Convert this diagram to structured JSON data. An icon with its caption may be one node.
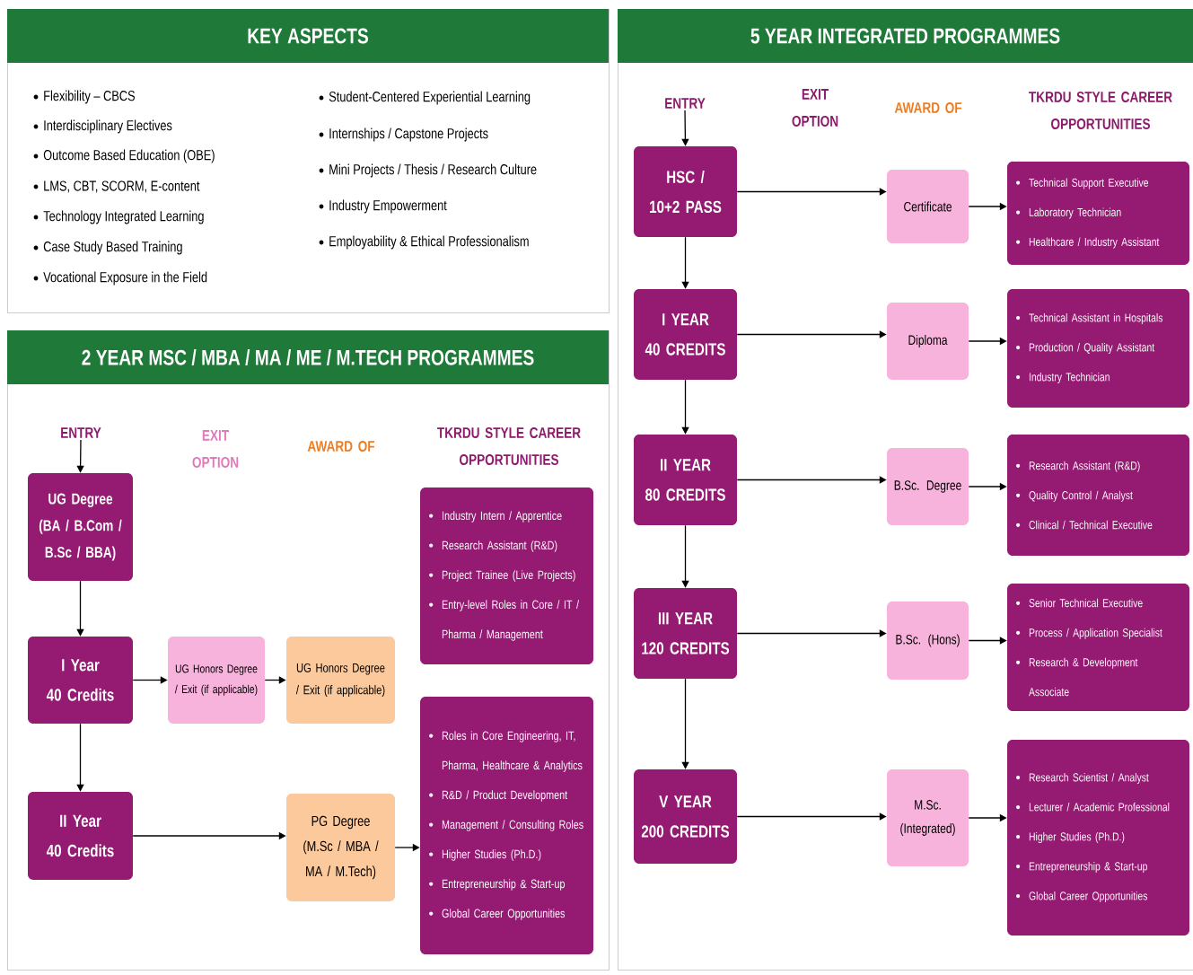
{
  "diagram": {
    "nodes": [
      {
        "text": [
          "KEY ASPECTS",
          "Flexibility – CBCS",
          "Interdisciplinary Electives",
          "Outcome Based Education (OBE)",
          "LMS, CBT, SCORM, E-content",
          "Technology Integrated Learning",
          "Case Study Based Training",
          "Vocational Exposure in the Field",
          "Student-Centered Experiential Learning",
          "Internships / Capstone Projects",
          "Mini Projects / Thesis / Research Culture",
          "Industry Empowerment",
          "Employability & Ethical Professionalism"
        ]
      },
      {
        "text": [
          "2 YEAR MSC / MBA / MA / ME / M.TECH PROGRAMMES"
        ]
      },
      {
        "text": [
          "ENTRY"
        ],
        "in": 1
      },
      {
        "text": [
          "UG Degree (BA / B.Com / B.Sc / BBA)"
        ],
        "in": 1
      },
      {
        "text": [
          "I Year",
          "40 Credits"
        ],
        "in": 1
      },
      {
        "text": [
          "II Year",
          "40 Credits"
        ],
        "in": 1
      },
      {
        "text": [
          "UG Honors Degree / Exit (if applicable)"
        ],
        "in": 1
      },
      {
        "text": [
          "UG Honors Degree / Exit (if applicable)"
        ],
        "in": 1
      },
      {
        "text": [
          "PG Degree (M.Sc / MBA / MA / M.Tech)"
        ],
        "in": 1
      },
      {
        "text": [
          "Industry Intern / Apprentice",
          "Research Assistant (R&D)",
          "Project Trainee (Live Projects)",
          "Entry-level Roles in Core / IT / Pharma / Management"
        ],
        "in": 1
      },
      {
        "text": [
          "Roles in Core Engineering, IT, Pharma, Healthcare & Analytics",
          "R&D / Product Development",
          "Management / Consulting Roles",
          "Higher Studies (Ph.D.)",
          "Entrepreneurship & Start-up",
          "Global Career Opportunities"
        ],
        "in": 1
      },
      {
        "text": [
          "5 YEAR INTEGRATED PROGRAMMES"
        ]
      },
      {
        "text": [
          "ENTRY"
        ],
        "in": 11
      },
      {
        "text": [
          "HSC / 10+2 PASS"
        ],
        "in": 11
      },
      {
        "text": [
          "I YEAR",
          "40 CREDITS"
        ],
        "in": 11
      },
      {
        "text": [
          "II YEAR",
          "80 CREDITS"
        ],
        "in": 11
      },
      {
        "text": [
          "III YEAR",
          "120 CREDITS"
        ],
        "in": 11
      },
      {
        "text": [
          "V YEAR",
          "200 CREDITS"
        ],
        "in": 11
      },
      {
        "text": [
          "Certificate"
        ],
        "in": 11
      },
      {
        "text": [
          "Diploma"
        ],
        "in": 11
      },
      {
        "text": [
          "B.Sc. Degree"
        ],
        "in": 11
      },
      {
        "text": [
          "B.Sc. (Hons)"
        ],
        "in": 11
      },
      {
        "text": [
          "M.Sc. (Integrated)"
        ],
        "in": 11
      },
      {
        "text": [
          "Technical Support Executive",
          "Laboratory Technician",
          "Healthcare / Industry Assistant"
        ],
        "in": 11
      },
      {
        "text": [
          "Technical Assistant in Hospitals",
          "Production / Quality Assistant",
          "Industry Technician"
        ],
        "in": 11
      },
      {
        "text": [
          "Research Assistant (R&D)",
          "Quality Control / Analyst",
          "Clinical / Technical Executive"
        ],
        "in": 11
      },
      {
        "text": [
          "Senior Technical Executive",
          "Process / Application Specialist",
          "Research & Development Associate"
        ],
        "in": 11
      },
      {
        "text": [
          "Research Scientist / Analyst",
          "Lecturer / Academic Professional",
          "Higher Studies (Ph.D.)",
          "Entrepreneurship & Start-up",
          "Global Career Opportunities"
        ],
        "in": 11
      }
    ],
    "edges": [
      {
        "from": 2,
        "to": 3,
        "arrow": "to"
      },
      {
        "from": 3,
        "to": 4,
        "arrow": "to"
      },
      {
        "from": 4,
        "to": 5,
        "arrow": "to"
      },
      {
        "from": 4,
        "to": 6,
        "arrow": "to"
      },
      {
        "from": 6,
        "to": 7,
        "arrow": "to"
      },
      {
        "from": 5,
        "to": 8,
        "arrow": "to"
      },
      {
        "from": 8,
        "to": 10,
        "arrow": "to"
      },
      {
        "from": 12,
        "to": 13,
        "arrow": "to"
      },
      {
        "from": 13,
        "to": 14,
        "arrow": "to"
      },
      {
        "from": 14,
        "to": 15,
        "arrow": "to"
      },
      {
        "from": 15,
        "to": 16,
        "arrow": "to"
      },
      {
        "from": 16,
        "to": 17,
        "arrow": "to"
      },
      {
        "from": 13,
        "to": 18,
        "arrow": "to"
      },
      {
        "from": 14,
        "to": 19,
        "arrow": "to"
      },
      {
        "from": 15,
        "to": 20,
        "arrow": "to"
      },
      {
        "from": 16,
        "to": 21,
        "arrow": "to"
      },
      {
        "from": 17,
        "to": 22,
        "arrow": "to"
      },
      {
        "from": 18,
        "to": 23,
        "arrow": "to"
      },
      {
        "from": 19,
        "to": 24,
        "arrow": "to"
      },
      {
        "from": 20,
        "to": 25,
        "arrow": "to"
      },
      {
        "from": 21,
        "to": 26,
        "arrow": "to"
      },
      {
        "from": 22,
        "to": 27,
        "arrow": "to"
      }
    ],
    "labels": [
      "EXIT OPTION",
      "AWARD OF",
      "TKRDU STYLE CAREER OPPORTUNITIES",
      "EXIT OPTION",
      "AWARD OF",
      "TKRDU STYLE CAREER OPPORTUNITIES"
    ]
  }
}
